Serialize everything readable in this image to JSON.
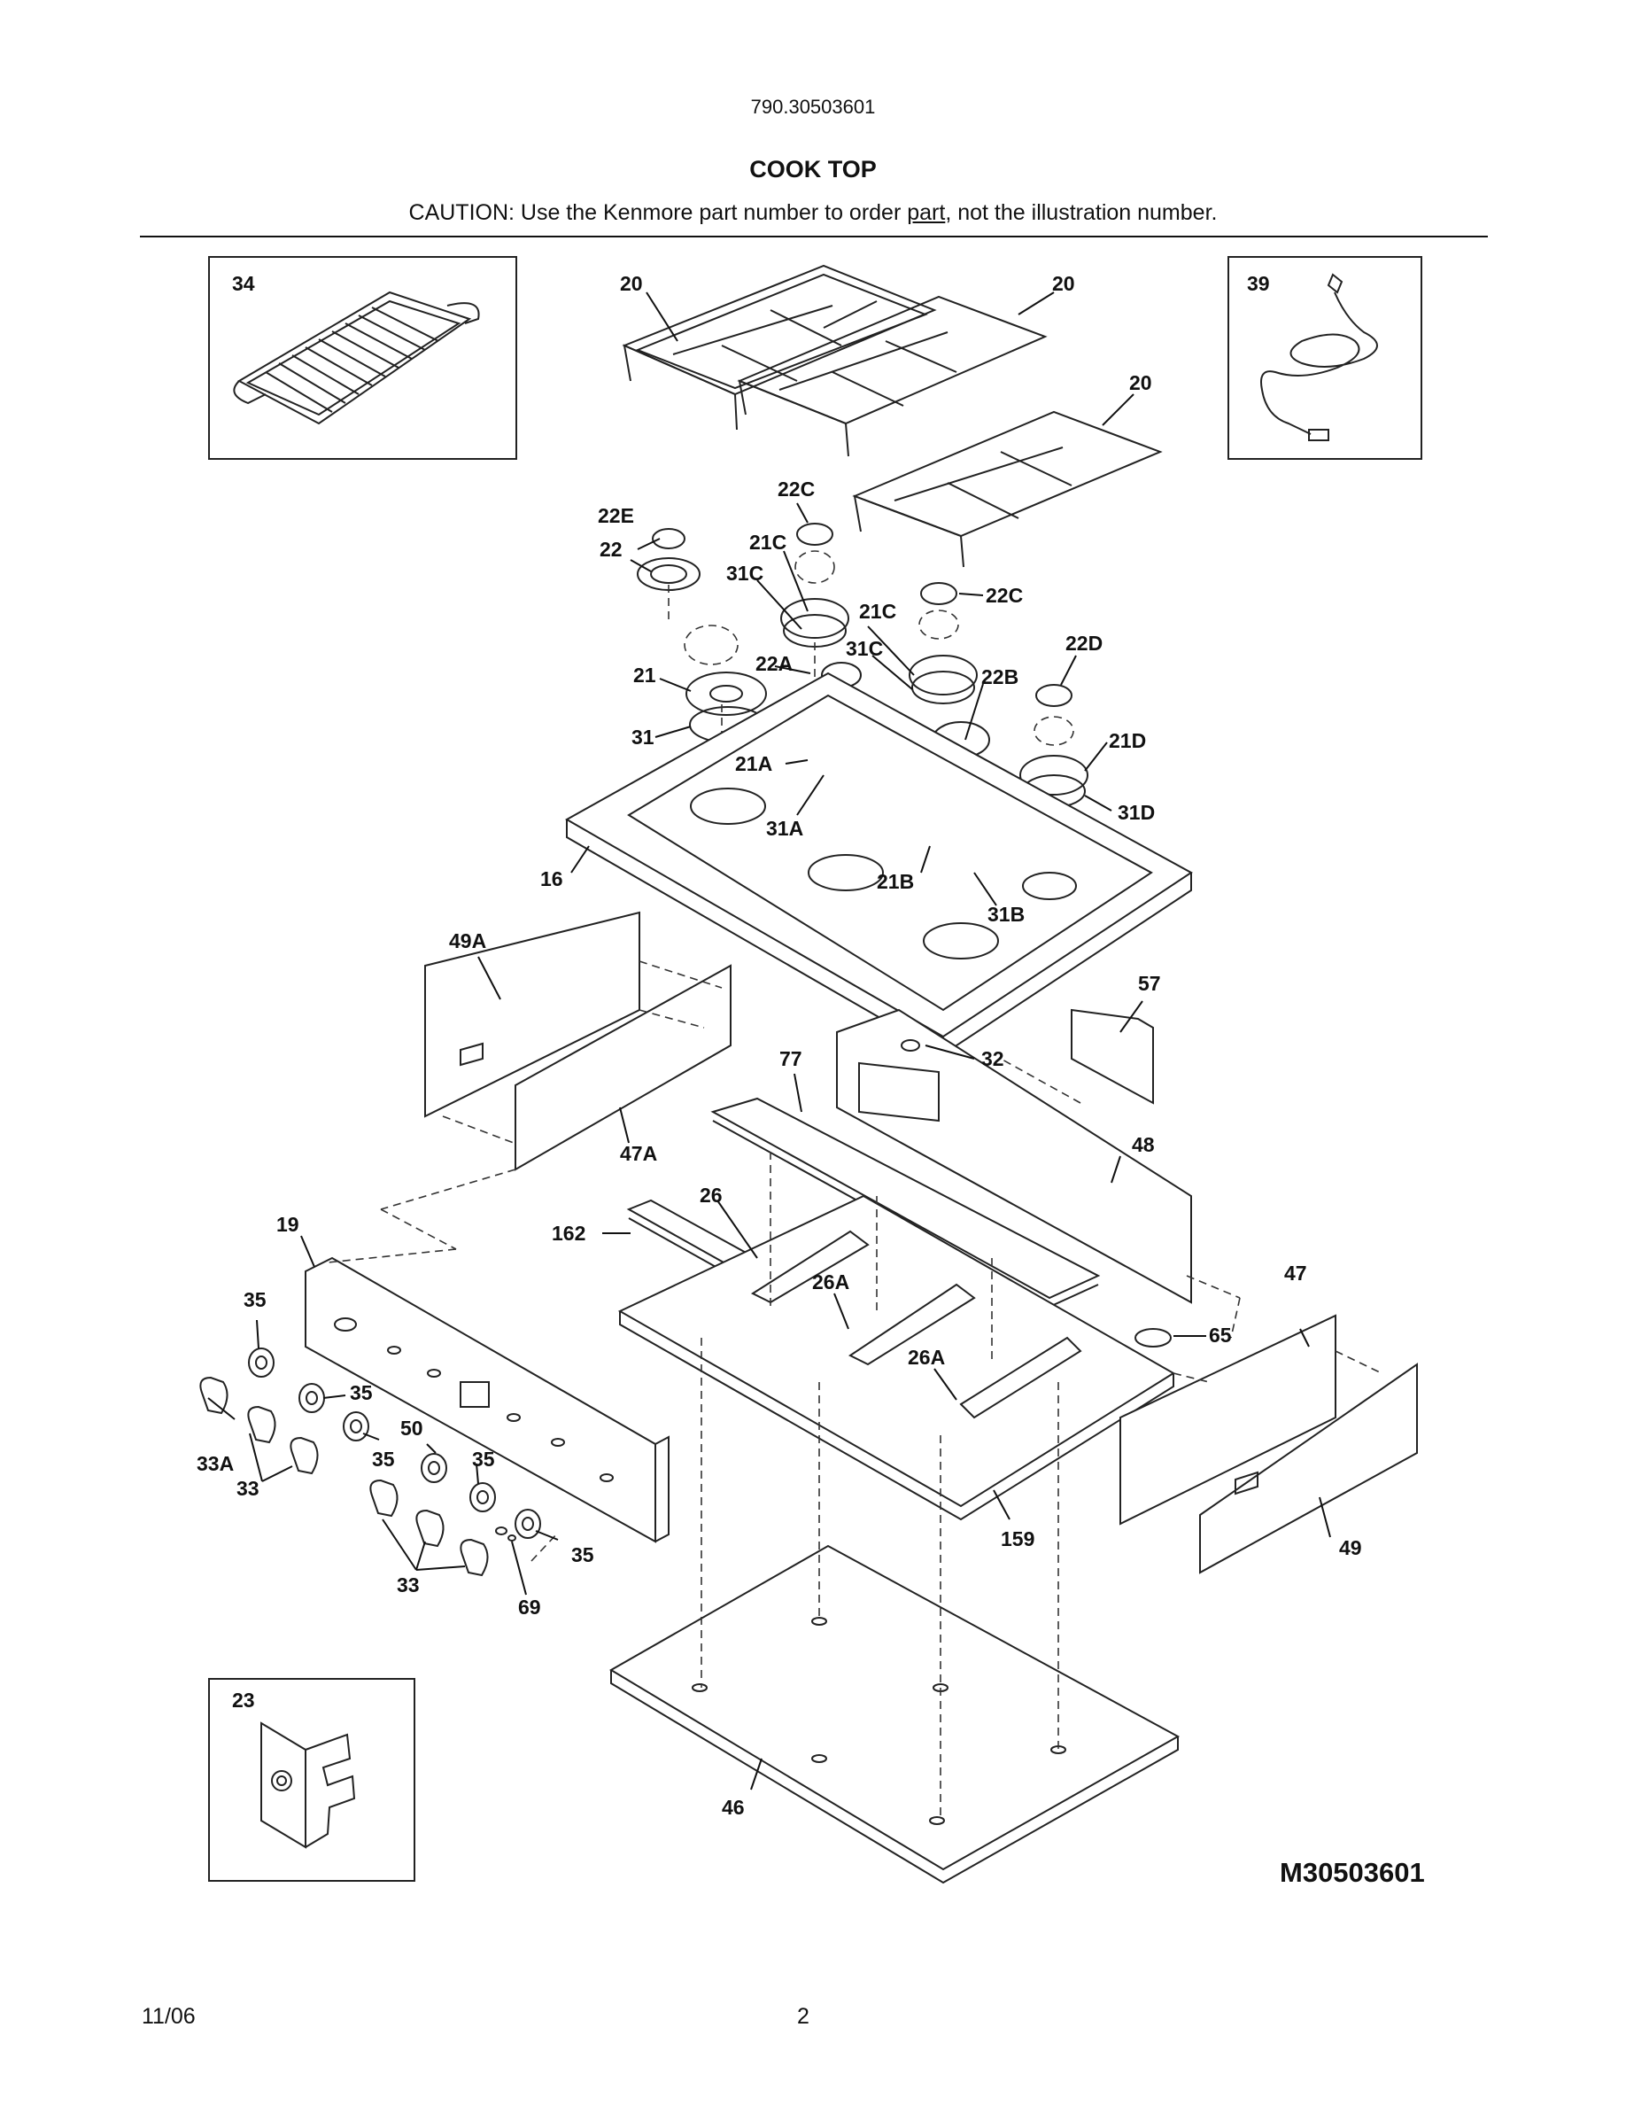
{
  "header": {
    "model_number": "790.30503601",
    "section_title": "COOK TOP",
    "caution_prefix": "CAUTION: Use the Kenmore part number to order ",
    "caution_underlined": "part",
    "caution_suffix": ", not the illustration number."
  },
  "diagram": {
    "code": "M30503601",
    "callouts": {
      "c34": "34",
      "c39": "39",
      "c23": "23",
      "c20a": "20",
      "c20b": "20",
      "c20c": "20",
      "c22e": "22E",
      "c22": "22",
      "c22c_a": "22C",
      "c22c_b": "22C",
      "c21c_a": "21C",
      "c21c_b": "21C",
      "c31c_a": "31C",
      "c31c_b": "31C",
      "c22a": "22A",
      "c22b": "22B",
      "c22d": "22D",
      "c21d": "21D",
      "c31d": "31D",
      "c21": "21",
      "c31": "31",
      "c21a": "21A",
      "c31a": "31A",
      "c21b": "21B",
      "c31b": "31B",
      "c16": "16",
      "c49a": "49A",
      "c57": "57",
      "c32": "32",
      "c77": "77",
      "c47a": "47A",
      "c48": "48",
      "c26": "26",
      "c162": "162",
      "c19": "19",
      "c26a_a": "26A",
      "c26a_b": "26A",
      "c47": "47",
      "c65": "65",
      "c35a": "35",
      "c35b": "35",
      "c35c": "35",
      "c35d": "35",
      "c35e": "35",
      "c50": "50",
      "c33a": "33A",
      "c33a_b": "33",
      "c33b": "33",
      "c69": "69",
      "c159": "159",
      "c49": "49",
      "c46": "46"
    }
  },
  "footer": {
    "date": "11/06",
    "page": "2"
  }
}
